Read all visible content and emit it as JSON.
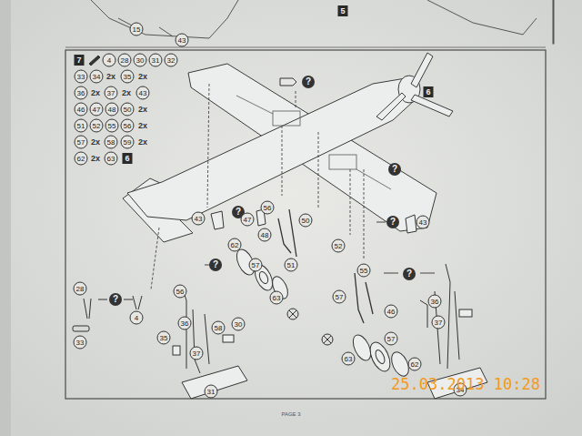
{
  "diagram": {
    "labels": [
      "5",
      "15",
      "43",
      "7",
      "4",
      "28",
      "30",
      "31",
      "32",
      "33",
      "34",
      "2x",
      "35",
      "2x",
      "36",
      "2x",
      "37",
      "2x",
      "43",
      "46",
      "47",
      "48",
      "50",
      "2x",
      "51",
      "52",
      "55",
      "56",
      "2x",
      "57",
      "2x",
      "58",
      "59",
      "2x",
      "62",
      "2x",
      "63",
      "6",
      "6",
      "?",
      "?",
      "?",
      "43",
      "48",
      "47",
      "56",
      "50",
      "?",
      "43",
      "62",
      "57",
      "52",
      "51",
      "63",
      "?",
      "55",
      "?",
      "57",
      "46",
      "28",
      "?",
      "4",
      "33",
      "56",
      "36",
      "58",
      "30",
      "35",
      "37",
      "31",
      "63",
      "62",
      "57",
      "37",
      "36",
      "34",
      "PAGE 3",
      "25.03.2013 10:28"
    ]
  }
}
